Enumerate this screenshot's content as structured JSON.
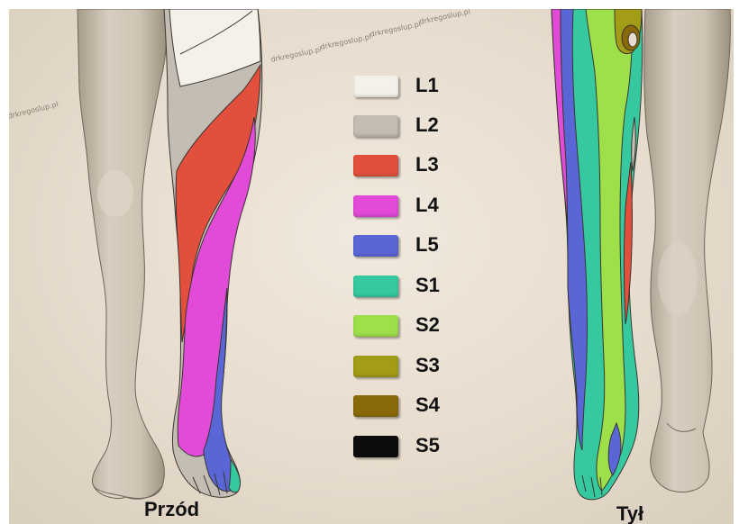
{
  "legend": {
    "items": [
      {
        "label": "L1",
        "color": "#f4f1ea"
      },
      {
        "label": "L2",
        "color": "#c4bdb3"
      },
      {
        "label": "L3",
        "color": "#e2503d"
      },
      {
        "label": "L4",
        "color": "#e24ad8"
      },
      {
        "label": "L5",
        "color": "#5a66d6"
      },
      {
        "label": "S1",
        "color": "#36c9a0"
      },
      {
        "label": "S2",
        "color": "#9ee04a"
      },
      {
        "label": "S3",
        "color": "#a29c16"
      },
      {
        "label": "S4",
        "color": "#8a6a08"
      },
      {
        "label": "S5",
        "color": "#0c0c0c"
      }
    ]
  },
  "captions": {
    "front": "Przód",
    "back": "Tył"
  },
  "watermarks": [
    "drkregoslup.pl",
    "drkregoslup.pl",
    "drkregoslup.pl",
    "drkregoslup.pl",
    "drkregoslup.pl"
  ],
  "colors": {
    "skin": "#cbbfae",
    "skin_shade": "#9f9383",
    "outline": "#3a3530"
  }
}
